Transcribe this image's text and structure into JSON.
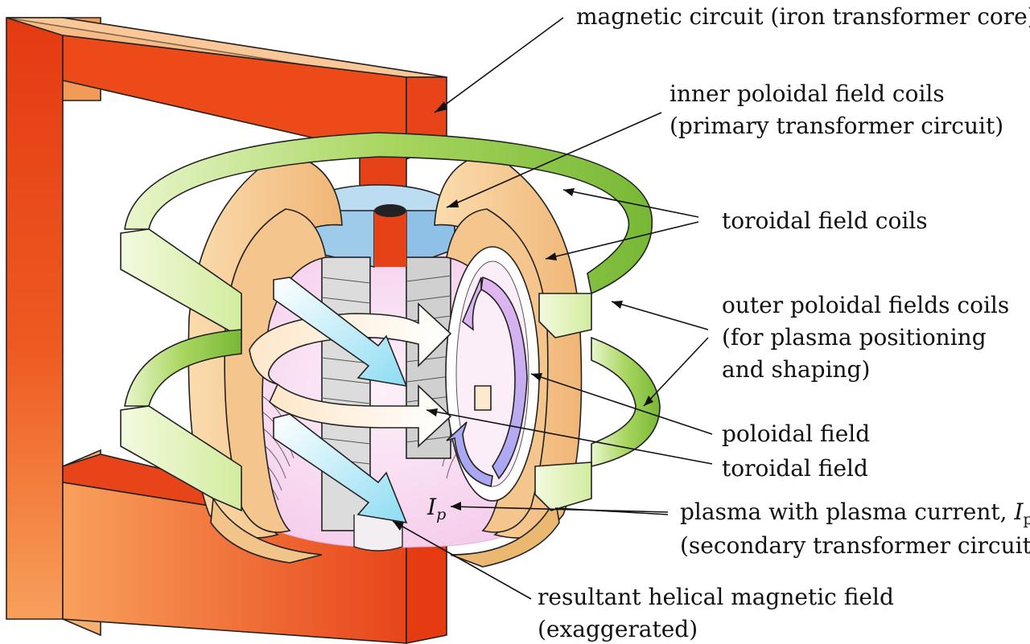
{
  "labels": {
    "iron_core": "magnetic circuit (iron transformer core)",
    "inner_pf_line1": "inner poloidal field coils",
    "inner_pf_line2": "(primary transformer circuit)",
    "toroidal_coils": "toroidal field coils",
    "outer_pf_line1": "outer poloidal fields coils",
    "outer_pf_line2": "(for plasma positioning",
    "outer_pf_line3": "and shaping)",
    "poloidal_field": "poloidal field",
    "toroidal_field": "toroidal field",
    "plasma_line1_text": "plasma with plasma current, ",
    "plasma_line1_symbol": "I",
    "plasma_line1_subscript": "p",
    "plasma_line2": "(secondary transformer circuit)",
    "helical_line1": "resultant helical magnetic field",
    "helical_line2": "(exaggerated)",
    "ip_marker_symbol": "I",
    "ip_marker_subscript": "p"
  },
  "colors": {
    "iron_core": "#e8461a",
    "iron_core_light": "#f39a50",
    "toroidal_coil": "#f3c48a",
    "toroidal_coil_edge": "#e9a46a",
    "outer_pf_coil": "#8fc944",
    "outer_pf_coil_light": "#e4f3c4",
    "inner_pf_coil": "#b6d7ef",
    "plasma": "#f7d3ee",
    "poloidal_arrow": "#c6a6ee",
    "helical_arrow": "#a6e4f5",
    "toroidal_arrow": "#fbe9cf"
  }
}
